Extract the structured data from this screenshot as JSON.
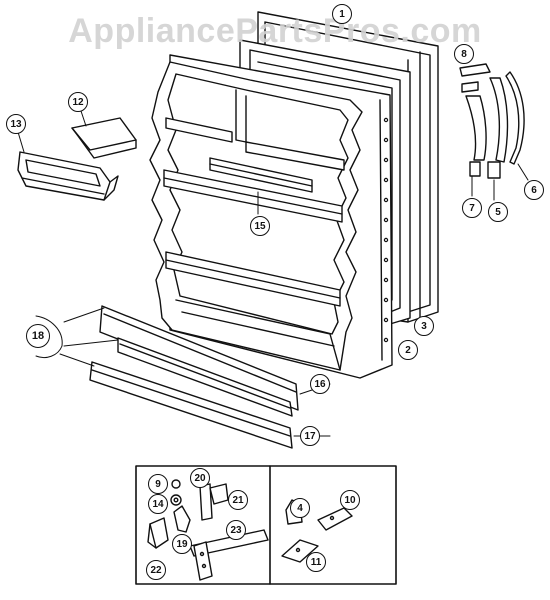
{
  "watermark": "AppliancePartsPros.com",
  "callouts": {
    "c1": "1",
    "c2": "2",
    "c3": "3",
    "c4": "4",
    "c5": "5",
    "c6": "6",
    "c7": "7",
    "c8": "8",
    "c9": "9",
    "c10": "10",
    "c11": "11",
    "c12": "12",
    "c13": "13",
    "c14": "14",
    "c15": "15",
    "c16": "16",
    "c17": "17",
    "c18": "18",
    "c19": "19",
    "c20": "20",
    "c21": "21",
    "c22": "22",
    "c23": "23"
  },
  "colors": {
    "line": "#111111",
    "watermark": "#d2d2d2",
    "background": "#ffffff"
  }
}
